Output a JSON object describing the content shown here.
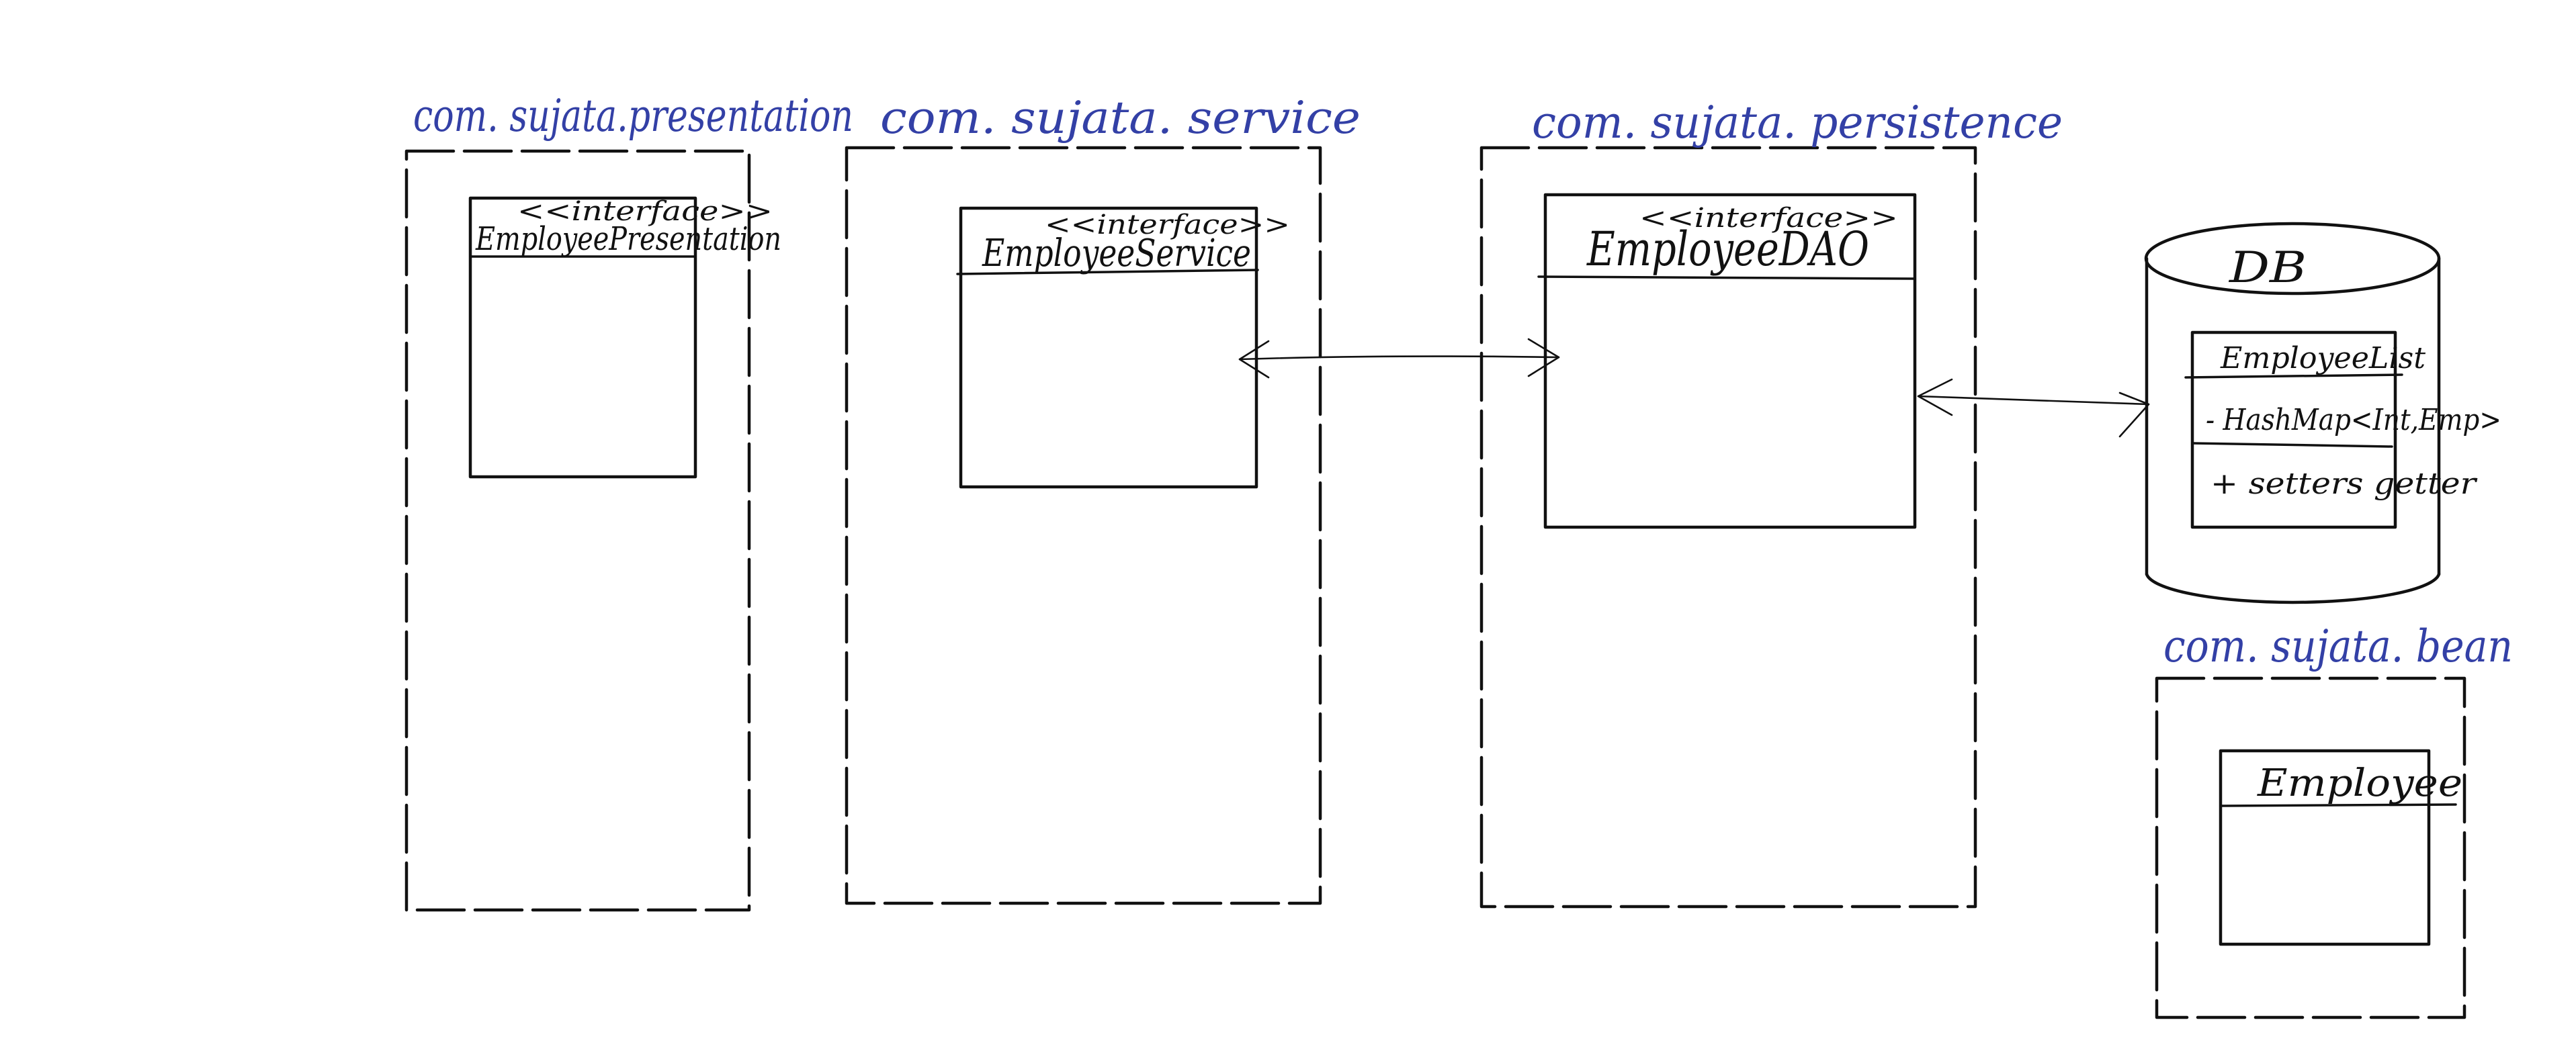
{
  "packages": {
    "presentation": {
      "label": "com. sujata.presentation",
      "class": {
        "stereotype": "<<interface>>",
        "name": "EmployeePresentation"
      }
    },
    "service": {
      "label": "com. sujata. service",
      "class": {
        "stereotype": "<<interface>>",
        "name": "EmployeeService"
      }
    },
    "persistence": {
      "label": "com. sujata. persistence",
      "class": {
        "stereotype": "<<interface>>",
        "name": "EmployeeDAO"
      }
    },
    "bean": {
      "label": "com. sujata. bean",
      "class": {
        "name": "Employee"
      }
    }
  },
  "database": {
    "label": "DB",
    "class": {
      "name": "EmployeeList",
      "attribute": "- HashMap<Int,Emp>",
      "method": "+ setters getter"
    }
  },
  "colors": {
    "package_ink": "#3340a6",
    "diagram_ink": "#111111",
    "background": "#ffffff"
  }
}
